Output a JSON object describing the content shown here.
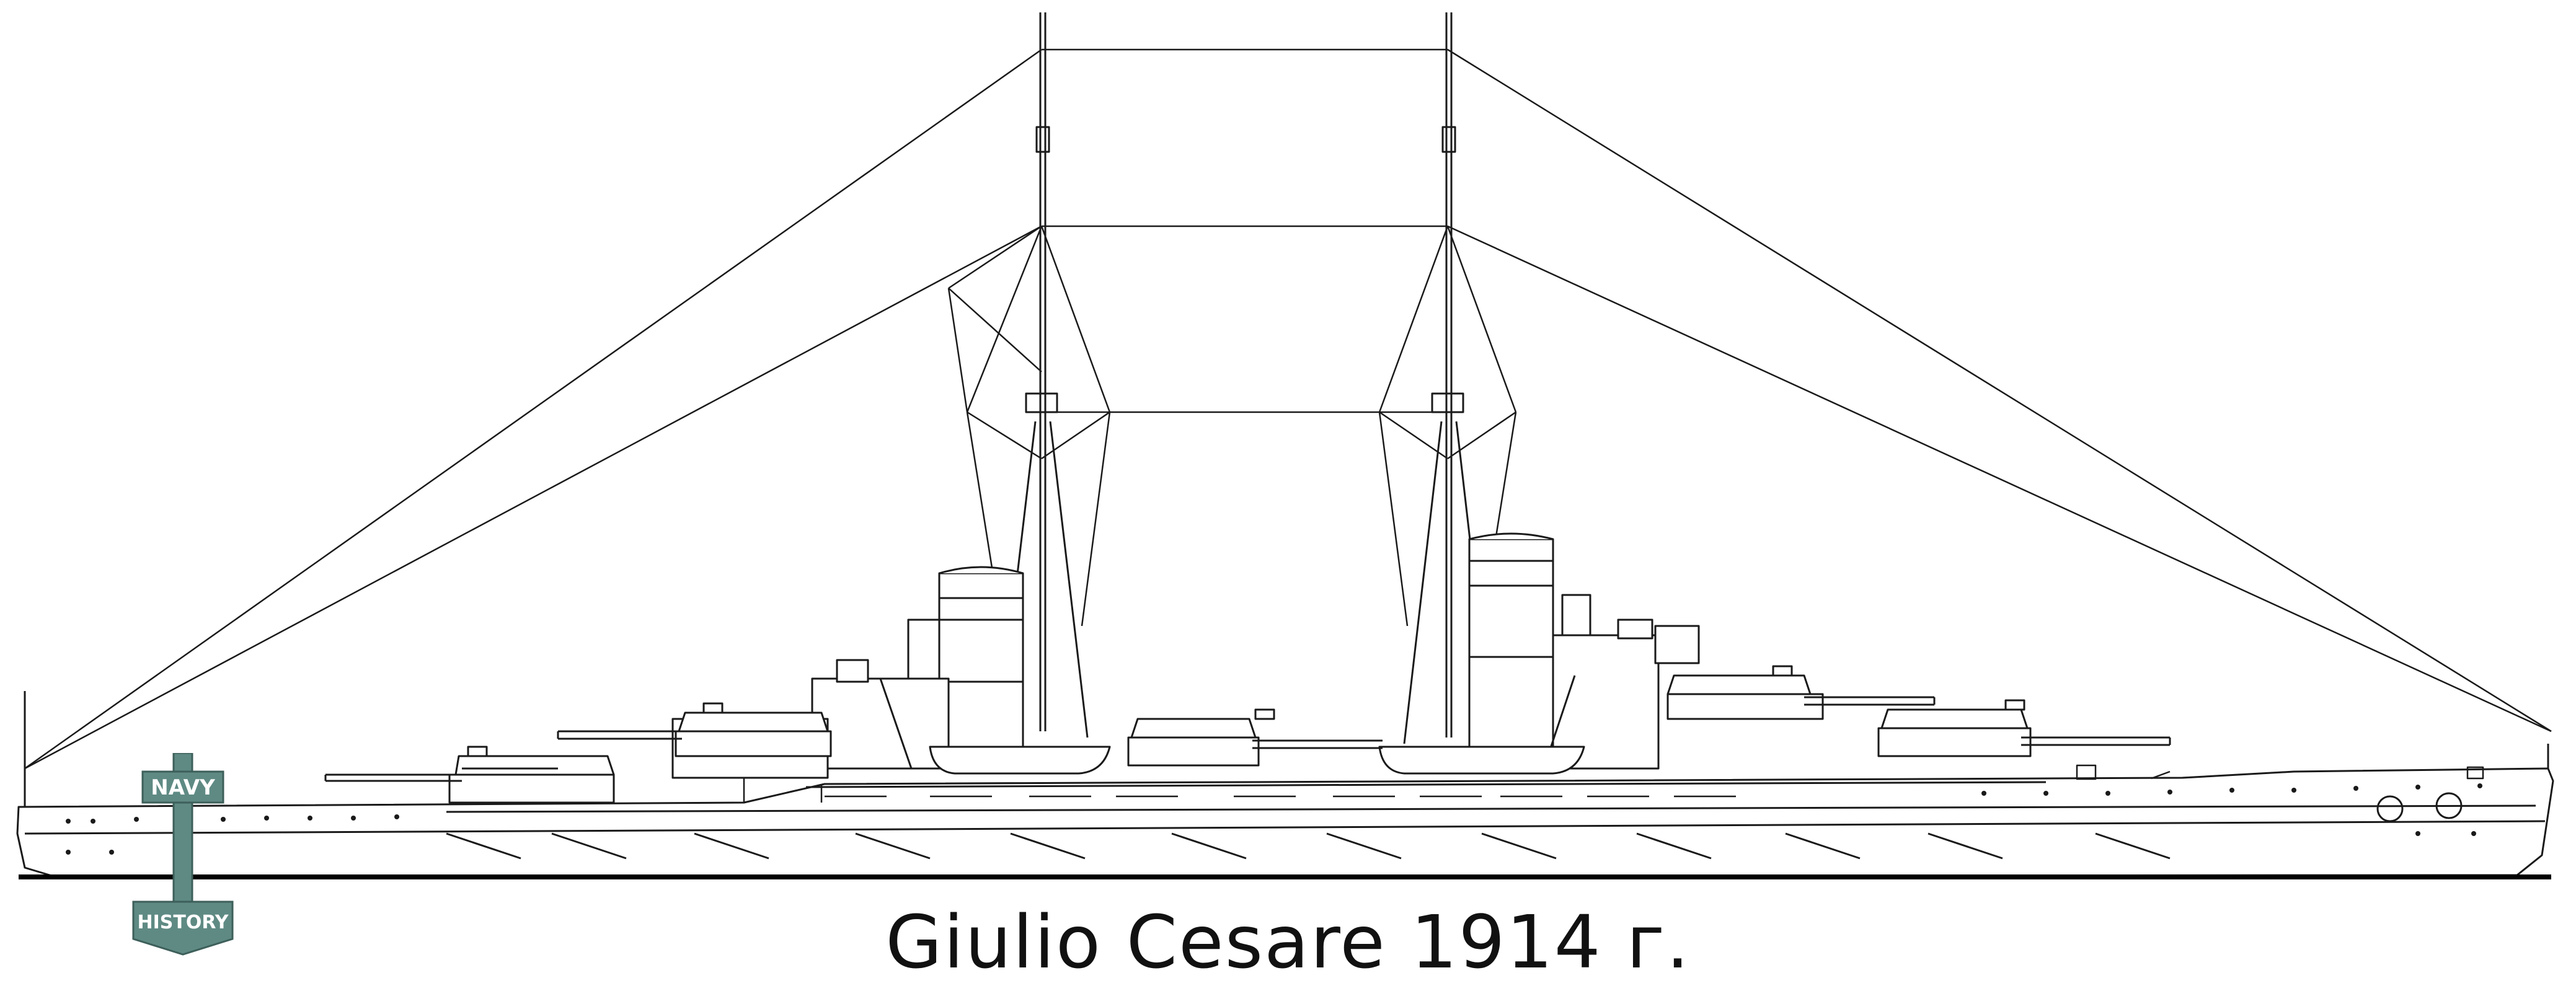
{
  "caption": {
    "title": "Giulio Cesare 1914 г."
  },
  "logo": {
    "top_word": "NAVY",
    "bottom_word": "HISTORY",
    "color": "#5f8a84"
  },
  "colors": {
    "line": "#1a1a1a",
    "hull_fill": "#ffffff",
    "waterline": "#000000"
  }
}
